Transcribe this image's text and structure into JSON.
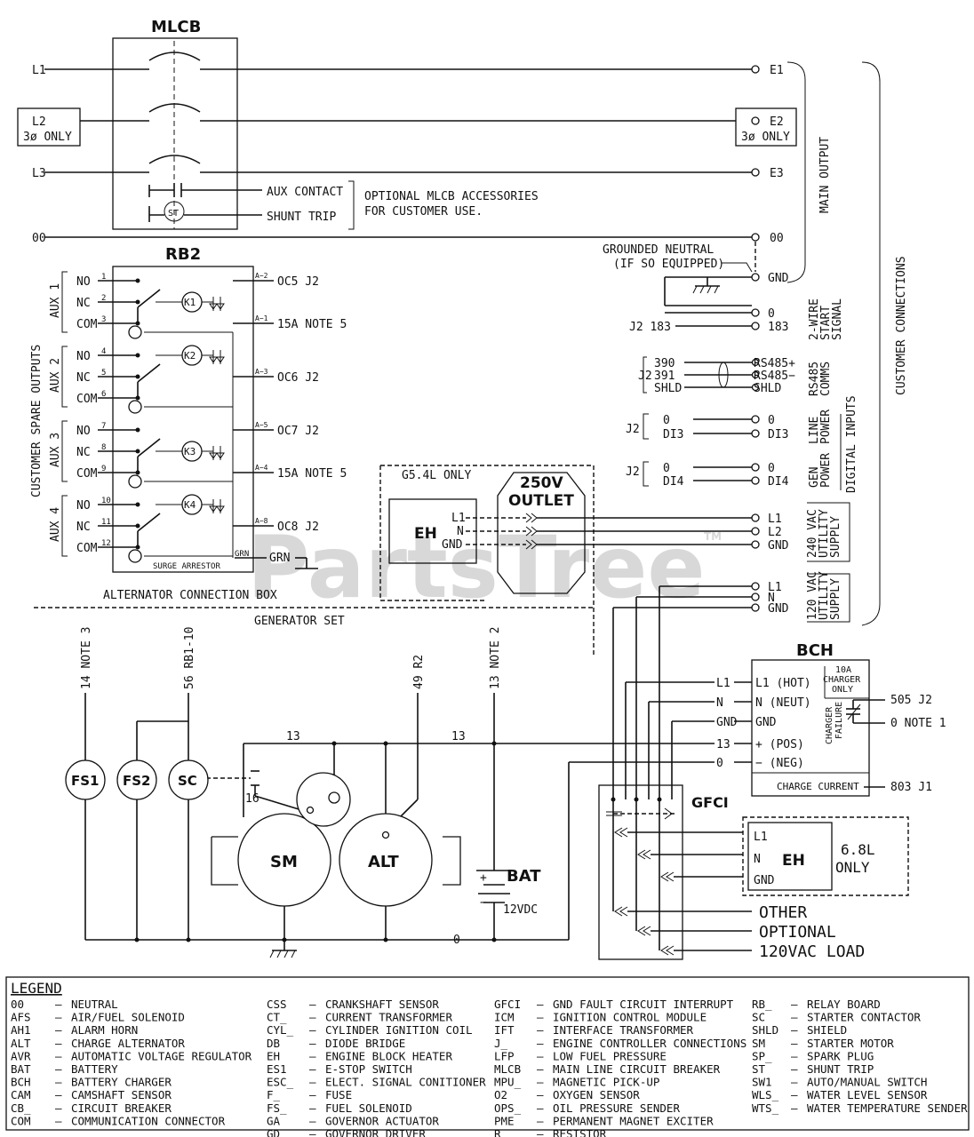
{
  "blocks": {
    "mlcb": "MLCB",
    "rb2": "RB2",
    "bch": "BCH",
    "gfci": "GFCI",
    "outlet": [
      "250V",
      "OUTLET"
    ],
    "g54": "G5.4L ONLY",
    "eh_top": "EH",
    "eh_bot": "EH",
    "only68": [
      "6.8L",
      "ONLY"
    ],
    "sm": "SM",
    "alt": "ALT",
    "bat": "BAT",
    "fs1": "FS1",
    "fs2": "FS2",
    "sc": "SC",
    "st": "ST",
    "watermark": "PartsTree",
    "tm": "TM"
  },
  "mlcb_terms": {
    "l1": "L1",
    "l2": "L2",
    "l2_sub": "3ø ONLY",
    "l3": "L3",
    "oo_l": "00",
    "e1": "E1",
    "e2": "E2",
    "e2_sub": "3ø ONLY",
    "e3": "E3",
    "oo_r": "00",
    "aux_contact": "AUX CONTACT",
    "shunt_trip": "SHUNT TRIP",
    "optional": [
      "OPTIONAL MLCB ACCESSORIES",
      "FOR CUSTOMER USE."
    ],
    "grounded_neutral": [
      "GROUNDED NEUTRAL",
      "(IF SO EQUIPPED)"
    ],
    "gnd": "GND"
  },
  "rb2_outputs": {
    "aux": [
      "AUX 1",
      "AUX 2",
      "AUX 3",
      "AUX 4"
    ],
    "rows": [
      {
        "t": "NO",
        "n": "1"
      },
      {
        "t": "NC",
        "n": "2"
      },
      {
        "t": "COM",
        "n": "3"
      },
      {
        "t": "NO",
        "n": "4"
      },
      {
        "t": "NC",
        "n": "5"
      },
      {
        "t": "COM",
        "n": "6"
      },
      {
        "t": "NO",
        "n": "7"
      },
      {
        "t": "NC",
        "n": "8"
      },
      {
        "t": "COM",
        "n": "9"
      },
      {
        "t": "NO",
        "n": "10"
      },
      {
        "t": "NC",
        "n": "11"
      },
      {
        "t": "COM",
        "n": "12"
      }
    ],
    "relays": [
      "K1",
      "K2",
      "K3",
      "K4"
    ],
    "right_pins": [
      "A−2",
      "A−1",
      "A−3",
      "A−5",
      "A−4",
      "A−8"
    ],
    "right_labels": [
      "OC5  J2",
      "15A  NOTE 5",
      "OC6  J2",
      "OC7  J2",
      "15A  NOTE 5",
      "OC8  J2"
    ],
    "surge": "SURGE ARRESTOR",
    "grn": "GRN",
    "grn_term": "GRN",
    "side_label": "CUSTOMER SPARE OUTPUTS",
    "alt_box": "ALTERNATOR CONNECTION BOX",
    "gen_set": "GENERATOR SET"
  },
  "customer": {
    "main_output": "MAIN OUTPUT",
    "customer_connections": "CUSTOMER CONNECTIONS",
    "two_wire": [
      "2-WIRE",
      "START",
      "SIGNAL"
    ],
    "rs485": [
      "RS485",
      "COMMS"
    ],
    "line_power": [
      "LINE",
      "POWER"
    ],
    "gen_power": [
      "GEN",
      "POWER"
    ],
    "digital_inputs": "DIGITAL INPUTS",
    "util240": [
      "240 VAC",
      "UTILITY",
      "SUPPLY"
    ],
    "util120": [
      "120 VAC",
      "UTILITY",
      "SUPPLY"
    ],
    "j2_183": "J2  183",
    "t_0a": "0",
    "t_183": "183",
    "rs_left": [
      "390",
      "391",
      "SHLD"
    ],
    "rs_right": [
      "RS485+",
      "RS485−",
      "SHLD"
    ],
    "j2": "J2",
    "lp_left": [
      "0",
      "DI3"
    ],
    "lp_right": [
      "0",
      "DI3"
    ],
    "gp_left": [
      "0",
      "DI4"
    ],
    "gp_right": [
      "0",
      "DI4"
    ],
    "u240_left": [
      "L1",
      "N",
      "GND"
    ],
    "u240_right": [
      "L1",
      "L2",
      "GND"
    ],
    "u120": [
      "L1",
      "N",
      "GND"
    ]
  },
  "bch": {
    "left": [
      "L1",
      "N",
      "GND",
      "13",
      "0"
    ],
    "inside": [
      "L1  (HOT)",
      "N  (NEUT)",
      "GND",
      "+  (POS)",
      "−  (NEG)"
    ],
    "tenA": [
      "10A",
      "CHARGER",
      "ONLY"
    ],
    "charger_failure": [
      "CHARGER",
      "FAILURE"
    ],
    "r1": "505  J2",
    "r2": "0  NOTE 1",
    "charge_current": "CHARGE CURRENT",
    "r3": "803  J1"
  },
  "gfci": {
    "eh": [
      "L1",
      "N",
      "GND"
    ],
    "other": [
      "OTHER",
      "OPTIONAL",
      "120VAC  LOAD"
    ]
  },
  "engine": {
    "v14": "14  NOTE 3",
    "v56": "56  RB1-10",
    "v49": "49  R2",
    "v13": "13  NOTE 2",
    "w13a": "13",
    "w13b": "13",
    "w16": "16",
    "w0": "0",
    "bat_v": "12VDC",
    "plus": "+",
    "minus": "−"
  },
  "legend": {
    "title": "LEGEND",
    "columns": [
      [
        [
          "00",
          "NEUTRAL"
        ],
        [
          "AFS",
          "AIR/FUEL SOLENOID"
        ],
        [
          "AH1",
          "ALARM HORN"
        ],
        [
          "ALT",
          "CHARGE ALTERNATOR"
        ],
        [
          "AVR",
          "AUTOMATIC VOLTAGE REGULATOR"
        ],
        [
          "BAT",
          "BATTERY"
        ],
        [
          "BCH",
          "BATTERY CHARGER"
        ],
        [
          "CAM",
          "CAMSHAFT SENSOR"
        ],
        [
          "CB_",
          "CIRCUIT BREAKER"
        ],
        [
          "COM",
          "COMMUNICATION CONNECTOR"
        ]
      ],
      [
        [
          "CSS",
          "CRANKSHAFT SENSOR"
        ],
        [
          "CT_",
          "CURRENT TRANSFORMER"
        ],
        [
          "CYL_",
          "CYLINDER IGNITION COIL"
        ],
        [
          "DB",
          "DIODE BRIDGE"
        ],
        [
          "EH",
          "ENGINE BLOCK HEATER"
        ],
        [
          "ES1",
          "E-STOP SWITCH"
        ],
        [
          "ESC_",
          "ELECT. SIGNAL CONITIONER"
        ],
        [
          "F_",
          "FUSE"
        ],
        [
          "FS_",
          "FUEL SOLENOID"
        ],
        [
          "GA",
          "GOVERNOR ACTUATOR"
        ],
        [
          "GD",
          "GOVERNOR DRIVER"
        ]
      ],
      [
        [
          "GFCI",
          "GND FAULT CIRCUIT INTERRUPT"
        ],
        [
          "ICM",
          "IGNITION CONTROL MODULE"
        ],
        [
          "IFT",
          "INTERFACE TRANSFORMER"
        ],
        [
          "J_",
          "ENGINE CONTROLLER CONNECTIONS"
        ],
        [
          "LFP",
          "LOW FUEL PRESSURE"
        ],
        [
          "MLCB",
          "MAIN LINE CIRCUIT BREAKER"
        ],
        [
          "MPU_",
          "MAGNETIC PICK-UP"
        ],
        [
          "O2",
          "OXYGEN SENSOR"
        ],
        [
          "OPS_",
          "OIL PRESSURE SENDER"
        ],
        [
          "PME",
          "PERMANENT MAGNET EXCITER"
        ],
        [
          "R_",
          "RESISTOR"
        ]
      ],
      [
        [
          "RB_",
          "RELAY BOARD"
        ],
        [
          "SC",
          "STARTER CONTACTOR"
        ],
        [
          "SHLD",
          "SHIELD"
        ],
        [
          "SM",
          "STARTER MOTOR"
        ],
        [
          "SP_",
          "SPARK PLUG"
        ],
        [
          "ST",
          "SHUNT TRIP"
        ],
        [
          "SW1",
          "AUTO/MANUAL SWITCH"
        ],
        [
          "WLS_",
          "WATER LEVEL SENSOR"
        ],
        [
          "WTS_",
          "WATER TEMPERATURE SENDER"
        ]
      ]
    ]
  }
}
